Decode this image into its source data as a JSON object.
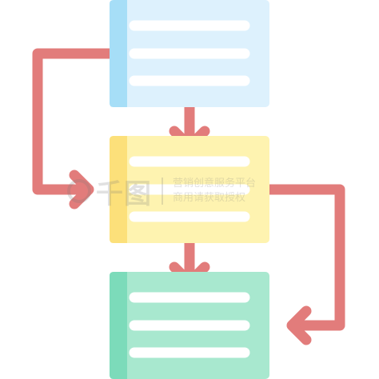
{
  "diagram": {
    "boxes": [
      {
        "name": "box-top",
        "fill": "#DDF1FD",
        "stripe": "#A6DEF7",
        "line_count": 3
      },
      {
        "name": "box-middle",
        "fill": "#FEF3B0",
        "stripe": "#FCE07A",
        "line_count": 3
      },
      {
        "name": "box-bottom",
        "fill": "#A8E8CF",
        "stripe": "#7CDBBA",
        "line_count": 3
      }
    ],
    "arrows": [
      {
        "name": "arrow-top-to-middle",
        "from": "box-top",
        "to": "box-middle"
      },
      {
        "name": "arrow-middle-to-bottom",
        "from": "box-middle",
        "to": "box-bottom"
      },
      {
        "name": "arrow-loop-left",
        "from": "box-top",
        "to": "box-middle"
      },
      {
        "name": "arrow-loop-right",
        "from": "box-middle",
        "to": "box-bottom"
      }
    ],
    "arrow_color": "#E27C7B",
    "line_color": "#FFFFFF"
  },
  "watermark": {
    "logo": "千图",
    "line1": "营销创意服务平台",
    "line2": "商用请获取授权"
  }
}
